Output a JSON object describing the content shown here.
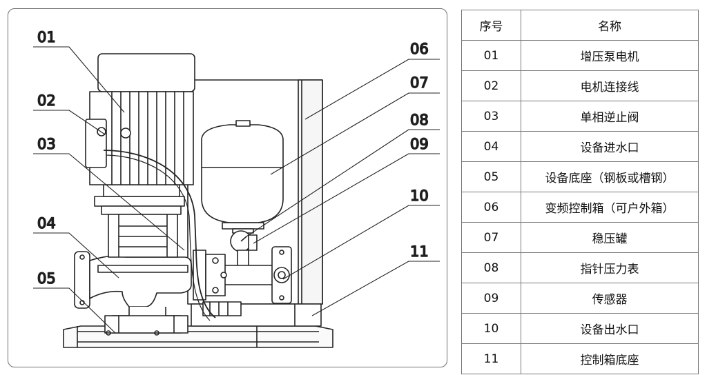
{
  "callouts": [
    {
      "no": "01"
    },
    {
      "no": "02"
    },
    {
      "no": "03"
    },
    {
      "no": "04"
    },
    {
      "no": "05"
    },
    {
      "no": "06"
    },
    {
      "no": "07"
    },
    {
      "no": "08"
    },
    {
      "no": "09"
    },
    {
      "no": "10"
    },
    {
      "no": "11"
    }
  ],
  "table": {
    "headers": {
      "no": "序号",
      "name": "名称"
    },
    "rows": [
      {
        "no": "01",
        "name": "增压泵电机"
      },
      {
        "no": "02",
        "name": "电机连接线"
      },
      {
        "no": "03",
        "name": "单相逆止阀"
      },
      {
        "no": "04",
        "name": "设备进水口"
      },
      {
        "no": "05",
        "name": "设备底座（钢板或槽钢）"
      },
      {
        "no": "06",
        "name": "变频控制箱（可户外箱）"
      },
      {
        "no": "07",
        "name": "稳压罐"
      },
      {
        "no": "08",
        "name": "指针压力表"
      },
      {
        "no": "09",
        "name": "传感器"
      },
      {
        "no": "10",
        "name": "设备出水口"
      },
      {
        "no": "11",
        "name": "控制箱底座"
      }
    ]
  }
}
